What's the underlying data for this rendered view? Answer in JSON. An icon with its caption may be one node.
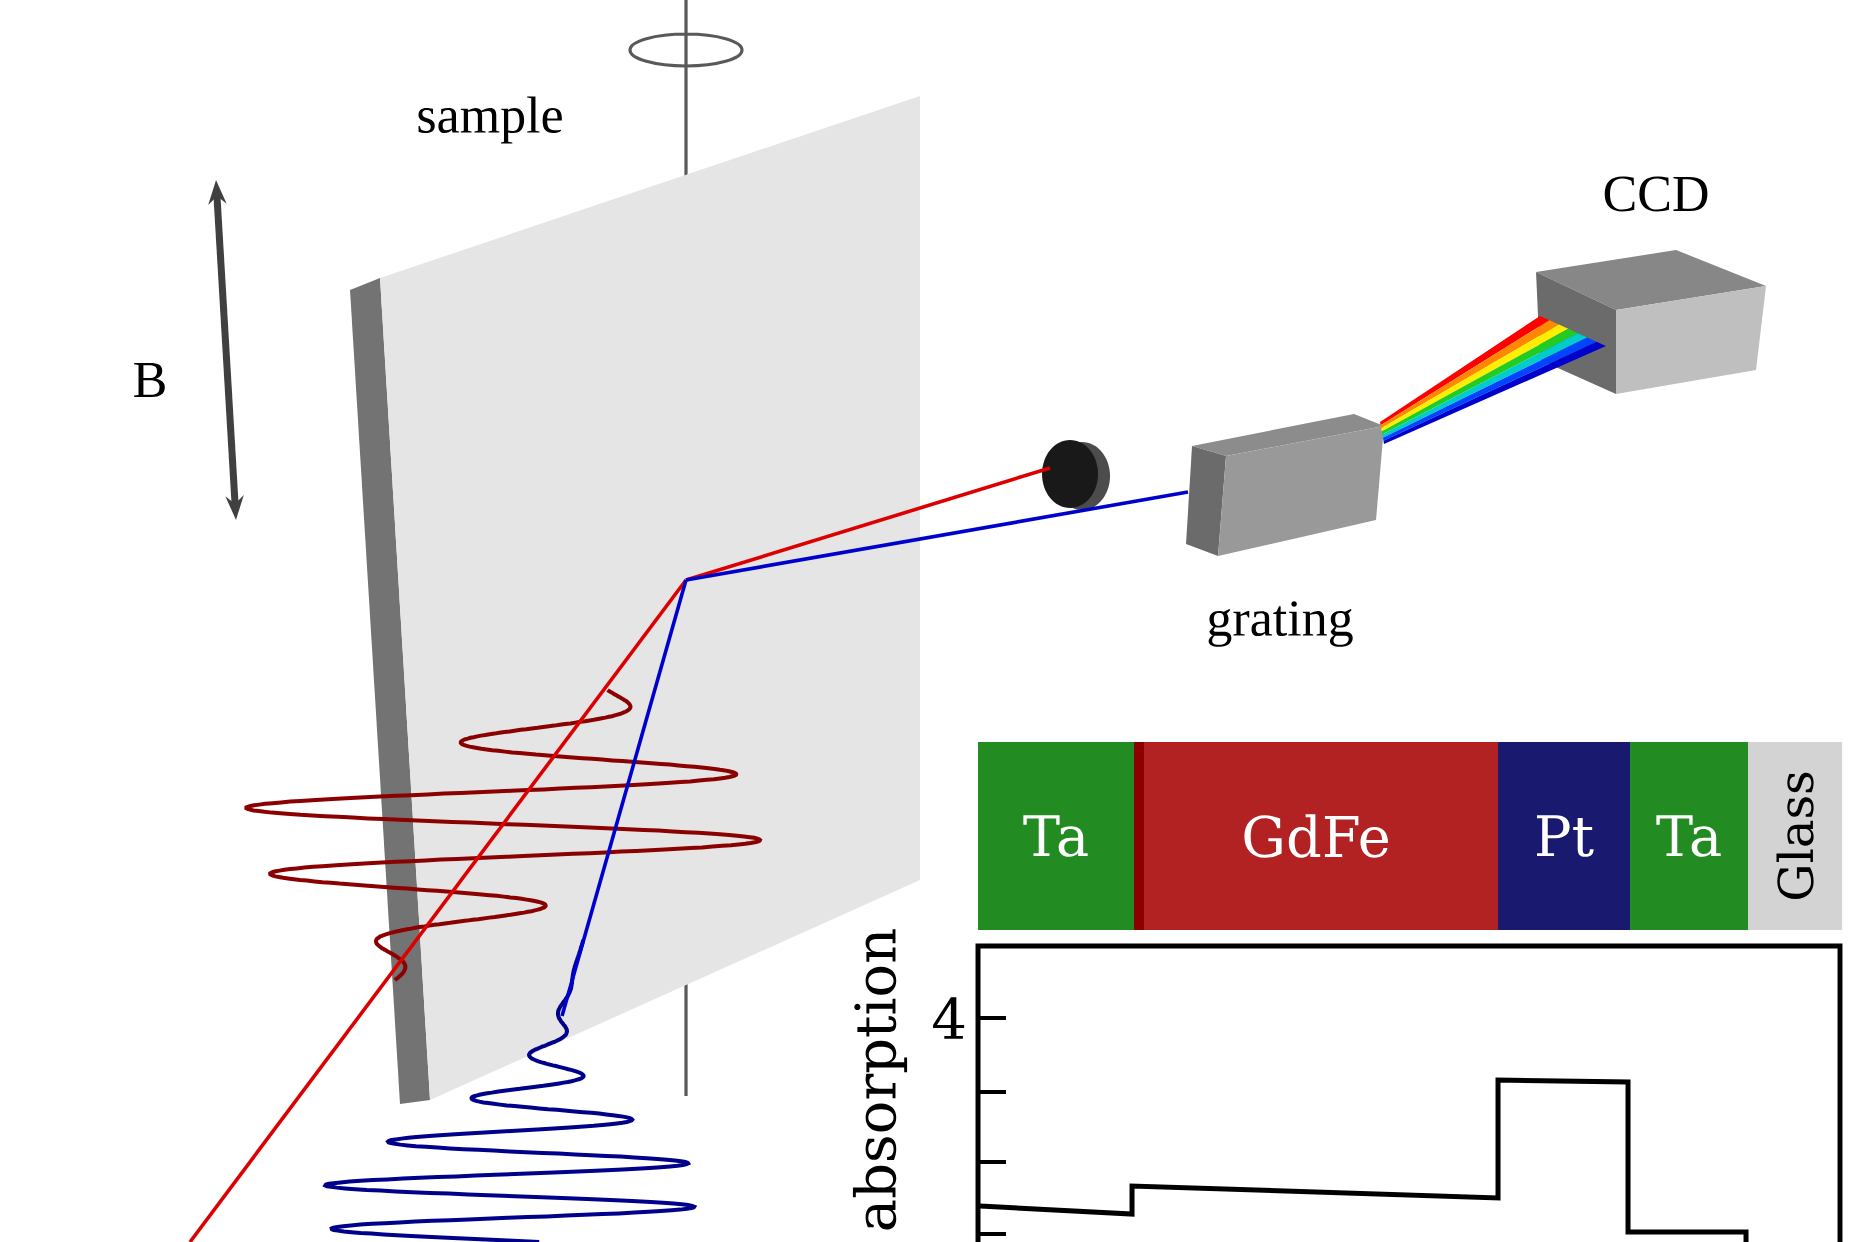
{
  "diagram": {
    "nodes": [
      {
        "text": [
          "sample"
        ]
      },
      {
        "text": [],
        "shape": "cylinder"
      },
      {
        "text": [
          "grating"
        ]
      },
      {
        "text": [
          "CCD"
        ]
      },
      {
        "text": [
          "Ta"
        ]
      },
      {
        "text": [
          "GdFe"
        ]
      },
      {
        "text": [
          "Pt"
        ]
      },
      {
        "text": [
          "Ta"
        ]
      },
      {
        "text": [
          "Glass"
        ]
      }
    ],
    "edges": [
      {
        "from": null,
        "to": 0,
        "arrow": "none",
        "color": "#dd0000"
      },
      {
        "from": 0,
        "to": 1,
        "arrow": "none",
        "color": "#dd0000"
      },
      {
        "from": 0,
        "to": 2,
        "arrow": "none",
        "color": "#0000cc"
      },
      {
        "from": null,
        "to": 0,
        "arrow": "none",
        "color": "#0000cc"
      },
      {
        "from": 2,
        "to": 3,
        "arrow": "none"
      }
    ],
    "labels": [
      "B",
      "4",
      "absorption"
    ]
  }
}
